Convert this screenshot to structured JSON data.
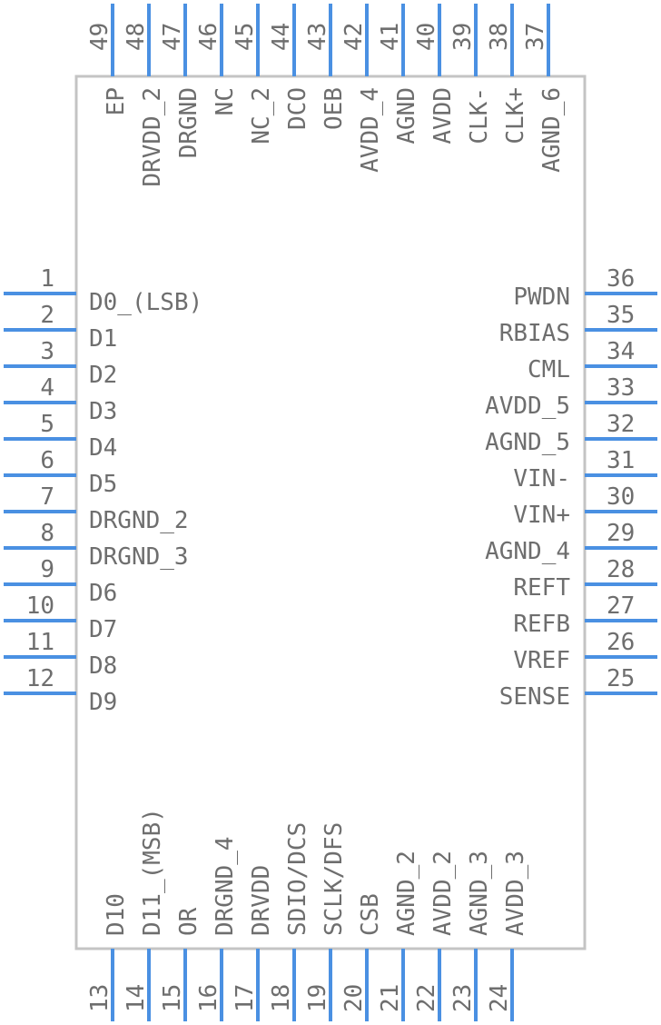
{
  "left_pins": [
    {
      "num": "1",
      "label": "D0_(LSB)"
    },
    {
      "num": "2",
      "label": "D1"
    },
    {
      "num": "3",
      "label": "D2"
    },
    {
      "num": "4",
      "label": "D3"
    },
    {
      "num": "5",
      "label": "D4"
    },
    {
      "num": "6",
      "label": "D5"
    },
    {
      "num": "7",
      "label": "DRGND_2"
    },
    {
      "num": "8",
      "label": "DRGND_3"
    },
    {
      "num": "9",
      "label": "D6"
    },
    {
      "num": "10",
      "label": "D7"
    },
    {
      "num": "11",
      "label": "D8"
    },
    {
      "num": "12",
      "label": "D9"
    }
  ],
  "right_pins": [
    {
      "num": "36",
      "label": "PWDN"
    },
    {
      "num": "35",
      "label": "RBIAS"
    },
    {
      "num": "34",
      "label": "CML"
    },
    {
      "num": "33",
      "label": "AVDD_5"
    },
    {
      "num": "32",
      "label": "AGND_5"
    },
    {
      "num": "31",
      "label": "VIN-"
    },
    {
      "num": "30",
      "label": "VIN+"
    },
    {
      "num": "29",
      "label": "AGND_4"
    },
    {
      "num": "28",
      "label": "REFT"
    },
    {
      "num": "27",
      "label": "REFB"
    },
    {
      "num": "26",
      "label": "VREF"
    },
    {
      "num": "25",
      "label": "SENSE"
    }
  ],
  "top_pins": [
    {
      "num": "49",
      "label": "EP"
    },
    {
      "num": "48",
      "label": "DRVDD_2"
    },
    {
      "num": "47",
      "label": "DRGND"
    },
    {
      "num": "46",
      "label": "NC"
    },
    {
      "num": "45",
      "label": "NC_2"
    },
    {
      "num": "44",
      "label": "DCO"
    },
    {
      "num": "43",
      "label": "OEB"
    },
    {
      "num": "42",
      "label": "AVDD_4"
    },
    {
      "num": "41",
      "label": "AGND"
    },
    {
      "num": "40",
      "label": "AVDD"
    },
    {
      "num": "39",
      "label": "CLK-"
    },
    {
      "num": "38",
      "label": "CLK+"
    },
    {
      "num": "37",
      "label": "AGND_6"
    }
  ],
  "bottom_pins": [
    {
      "num": "13",
      "label": "D10"
    },
    {
      "num": "14",
      "label": "D11_(MSB)"
    },
    {
      "num": "15",
      "label": "OR"
    },
    {
      "num": "16",
      "label": "DRGND_4"
    },
    {
      "num": "17",
      "label": "DRVDD"
    },
    {
      "num": "18",
      "label": "SDIO/DCS"
    },
    {
      "num": "19",
      "label": "SCLK/DFS"
    },
    {
      "num": "20",
      "label": "CSB"
    },
    {
      "num": "21",
      "label": "AGND_2"
    },
    {
      "num": "22",
      "label": "AVDD_2"
    },
    {
      "num": "23",
      "label": "AGND_3"
    },
    {
      "num": "24",
      "label": "AVDD_3"
    }
  ],
  "colors": {
    "pin": "#4a90e2",
    "body_outline": "#c4c4c4",
    "text": "#6e6e6e"
  }
}
